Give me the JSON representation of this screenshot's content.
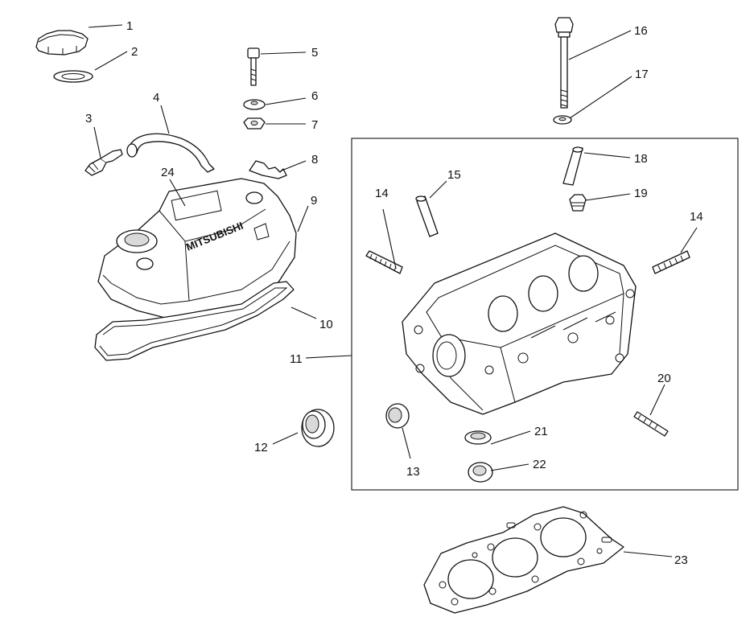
{
  "diagram": {
    "brand_text": "MITSUBISHI",
    "callouts": [
      {
        "id": "1",
        "label": "1"
      },
      {
        "id": "2",
        "label": "2"
      },
      {
        "id": "3",
        "label": "3"
      },
      {
        "id": "4",
        "label": "4"
      },
      {
        "id": "5",
        "label": "5"
      },
      {
        "id": "6",
        "label": "6"
      },
      {
        "id": "7",
        "label": "7"
      },
      {
        "id": "8",
        "label": "8"
      },
      {
        "id": "9",
        "label": "9"
      },
      {
        "id": "10",
        "label": "10"
      },
      {
        "id": "11",
        "label": "11"
      },
      {
        "id": "12",
        "label": "12"
      },
      {
        "id": "13",
        "label": "13"
      },
      {
        "id": "14a",
        "label": "14"
      },
      {
        "id": "14b",
        "label": "14"
      },
      {
        "id": "15",
        "label": "15"
      },
      {
        "id": "16",
        "label": "16"
      },
      {
        "id": "17",
        "label": "17"
      },
      {
        "id": "18",
        "label": "18"
      },
      {
        "id": "19",
        "label": "19"
      },
      {
        "id": "20",
        "label": "20"
      },
      {
        "id": "21",
        "label": "21"
      },
      {
        "id": "22",
        "label": "22"
      },
      {
        "id": "23",
        "label": "23"
      },
      {
        "id": "24",
        "label": "24"
      }
    ]
  }
}
